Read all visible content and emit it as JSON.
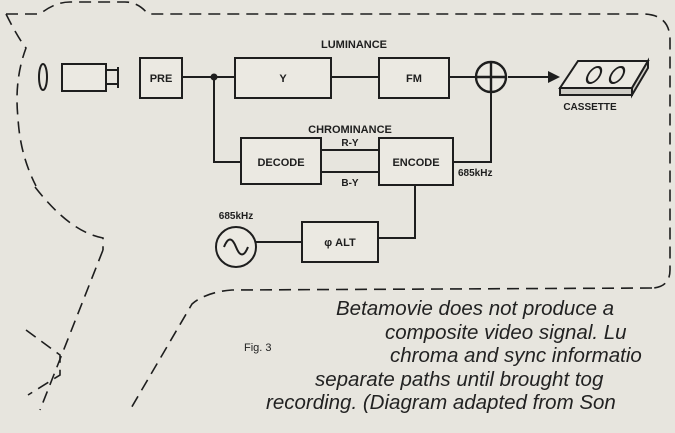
{
  "blocks": {
    "pre": "PRE",
    "y": "Y",
    "fm": "FM",
    "decode": "DECODE",
    "encode": "ENCODE",
    "alt": "φ ALT"
  },
  "signals": {
    "luminance": "LUMINANCE",
    "chrominance": "CHROMINANCE",
    "r_y": "R-Y",
    "b_y": "B-Y",
    "freq_out": "685kHz",
    "freq_osc": "685kHz",
    "cassette": "CASSETTE"
  },
  "figure_label": "Fig. 3",
  "caption_lines": [
    "Betamovie does not produce a",
    "composite video signal. Lu",
    "chroma and sync informatio",
    "separate paths until brought tog",
    "recording. (Diagram adapted from Son"
  ]
}
